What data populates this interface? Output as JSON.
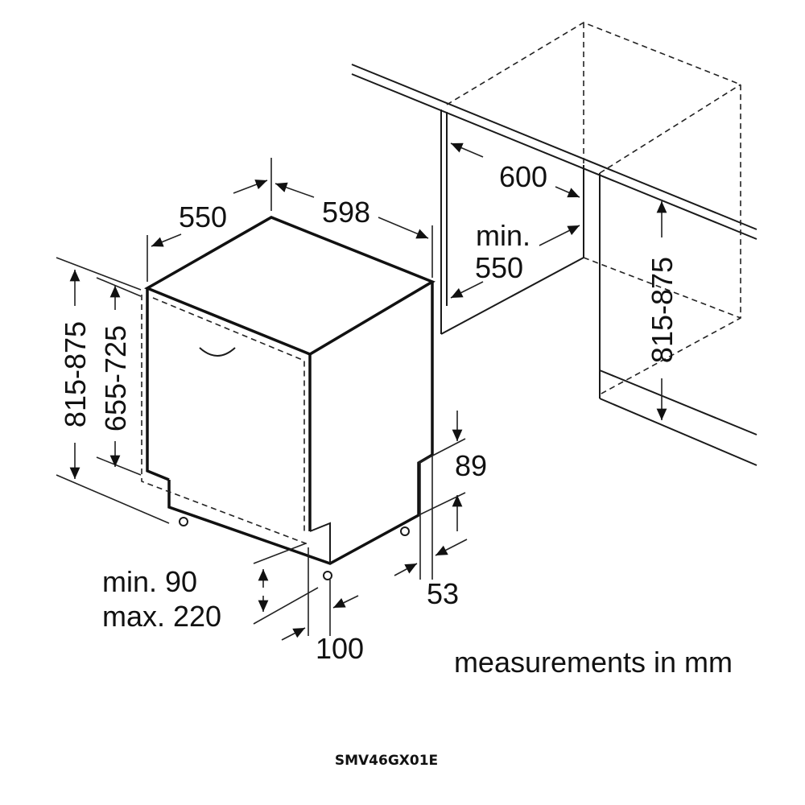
{
  "dimensions": {
    "depth_unit": "550",
    "width_unit": "598",
    "niche_width": "600",
    "niche_depth_min_label": "min.",
    "niche_depth_min_value": "550",
    "height_unit": "815-875",
    "door_height": "655-725",
    "niche_height": "815-875",
    "plinth_gap": "89",
    "foot_offset": "53",
    "plinth_min": "min. 90",
    "plinth_max": "max. 220",
    "plinth_depth": "100"
  },
  "note": "measurements in mm",
  "model": "SMV46GX01E",
  "colors": {
    "line": "#1a1a1a",
    "background": "#ffffff"
  }
}
